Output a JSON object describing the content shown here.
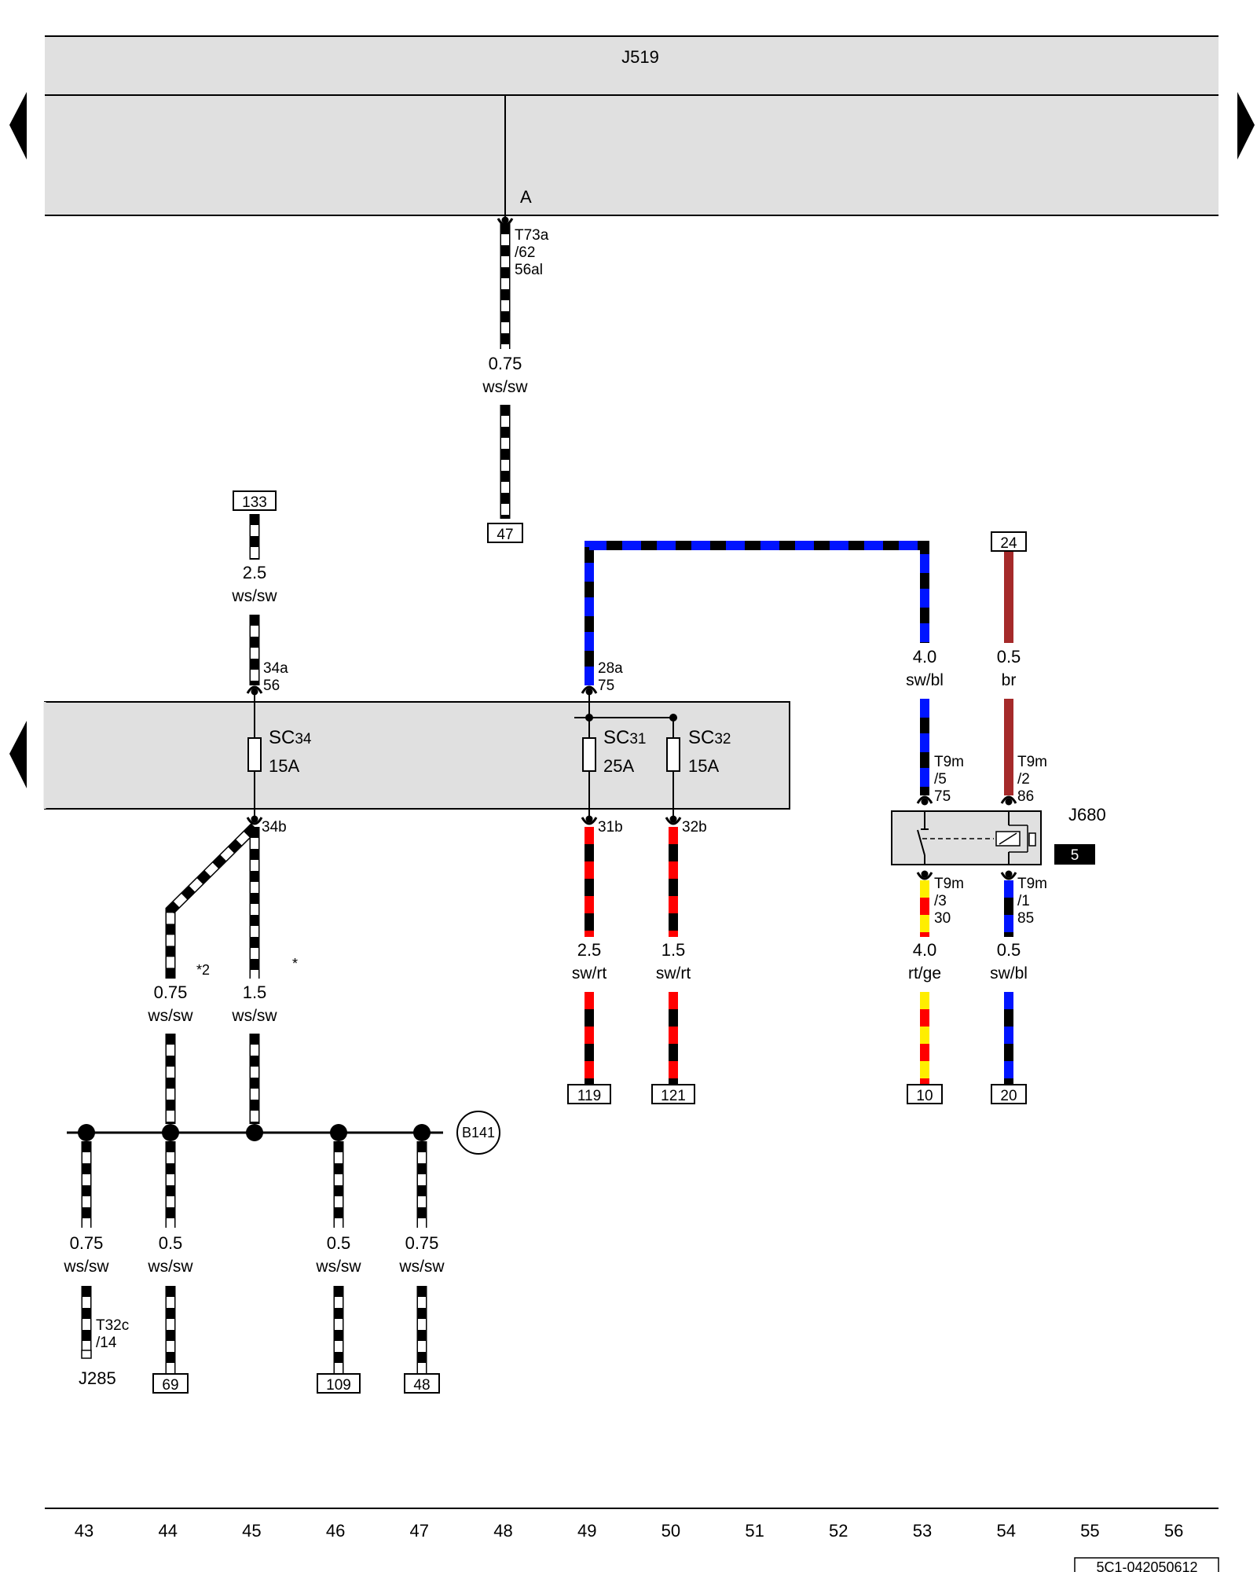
{
  "colors": {
    "ws": "#ffffff",
    "sw": "#000000",
    "bl": "#0014ff",
    "rt": "#ff0000",
    "ge": "#ffee00",
    "br": "#a52a2a",
    "panel": "#e0e0e0"
  },
  "components": {
    "j519": "J519",
    "j519_pin": "A",
    "fuse_box_fuses": [
      {
        "id": "SC34",
        "name": "SC",
        "num": "34",
        "rating": "15A"
      },
      {
        "id": "SC31",
        "name": "SC",
        "num": "31",
        "rating": "25A"
      },
      {
        "id": "SC32",
        "name": "SC",
        "num": "32",
        "rating": "15A"
      }
    ],
    "relay": "J680",
    "relay_badge": "5",
    "splice": "B141",
    "j285": "J285"
  },
  "connectors": {
    "t73a": [
      "T73a",
      "/62",
      "56al"
    ],
    "sc34_in": [
      "34a",
      "56"
    ],
    "sc31_in": [
      "28a",
      "75"
    ],
    "sc34_out": "34b",
    "sc31_out": "31b",
    "sc32_out": "32b",
    "t9m_5": [
      "T9m",
      "/5",
      "75"
    ],
    "t9m_2": [
      "T9m",
      "/2",
      "86"
    ],
    "t9m_3": [
      "T9m",
      "/3",
      "30"
    ],
    "t9m_1": [
      "T9m",
      "/1",
      "85"
    ],
    "t32c": [
      "T32c",
      "/14"
    ]
  },
  "wires": {
    "w48": [
      "0.75",
      "ws/sw"
    ],
    "w45_top": [
      "2.5",
      "ws/sw"
    ],
    "w53_top": [
      "4.0",
      "sw/bl"
    ],
    "w54_top": [
      "0.5",
      "br"
    ],
    "w44_mid": [
      "0.75",
      "ws/sw"
    ],
    "w45_mid": [
      "1.5",
      "ws/sw"
    ],
    "w49": [
      "2.5",
      "sw/rt"
    ],
    "w50": [
      "1.5",
      "sw/rt"
    ],
    "w53_bot": [
      "4.0",
      "rt/ge"
    ],
    "w54_bot": [
      "0.5",
      "sw/bl"
    ],
    "w43_bot": [
      "0.75",
      "ws/sw"
    ],
    "w44_bot": [
      "0.5",
      "ws/sw"
    ],
    "w46_bot": [
      "0.5",
      "ws/sw"
    ],
    "w47_bot": [
      "0.75",
      "ws/sw"
    ]
  },
  "refs": {
    "r47": "47",
    "r133": "133",
    "r24": "24",
    "r119": "119",
    "r121": "121",
    "r10": "10",
    "r20": "20",
    "r69": "69",
    "r109": "109",
    "r48": "48"
  },
  "notes": {
    "star2": "*2",
    "star": "*"
  },
  "columns": [
    "43",
    "44",
    "45",
    "46",
    "47",
    "48",
    "49",
    "50",
    "51",
    "52",
    "53",
    "54",
    "55",
    "56"
  ],
  "doc_code": "5C1-042050612"
}
